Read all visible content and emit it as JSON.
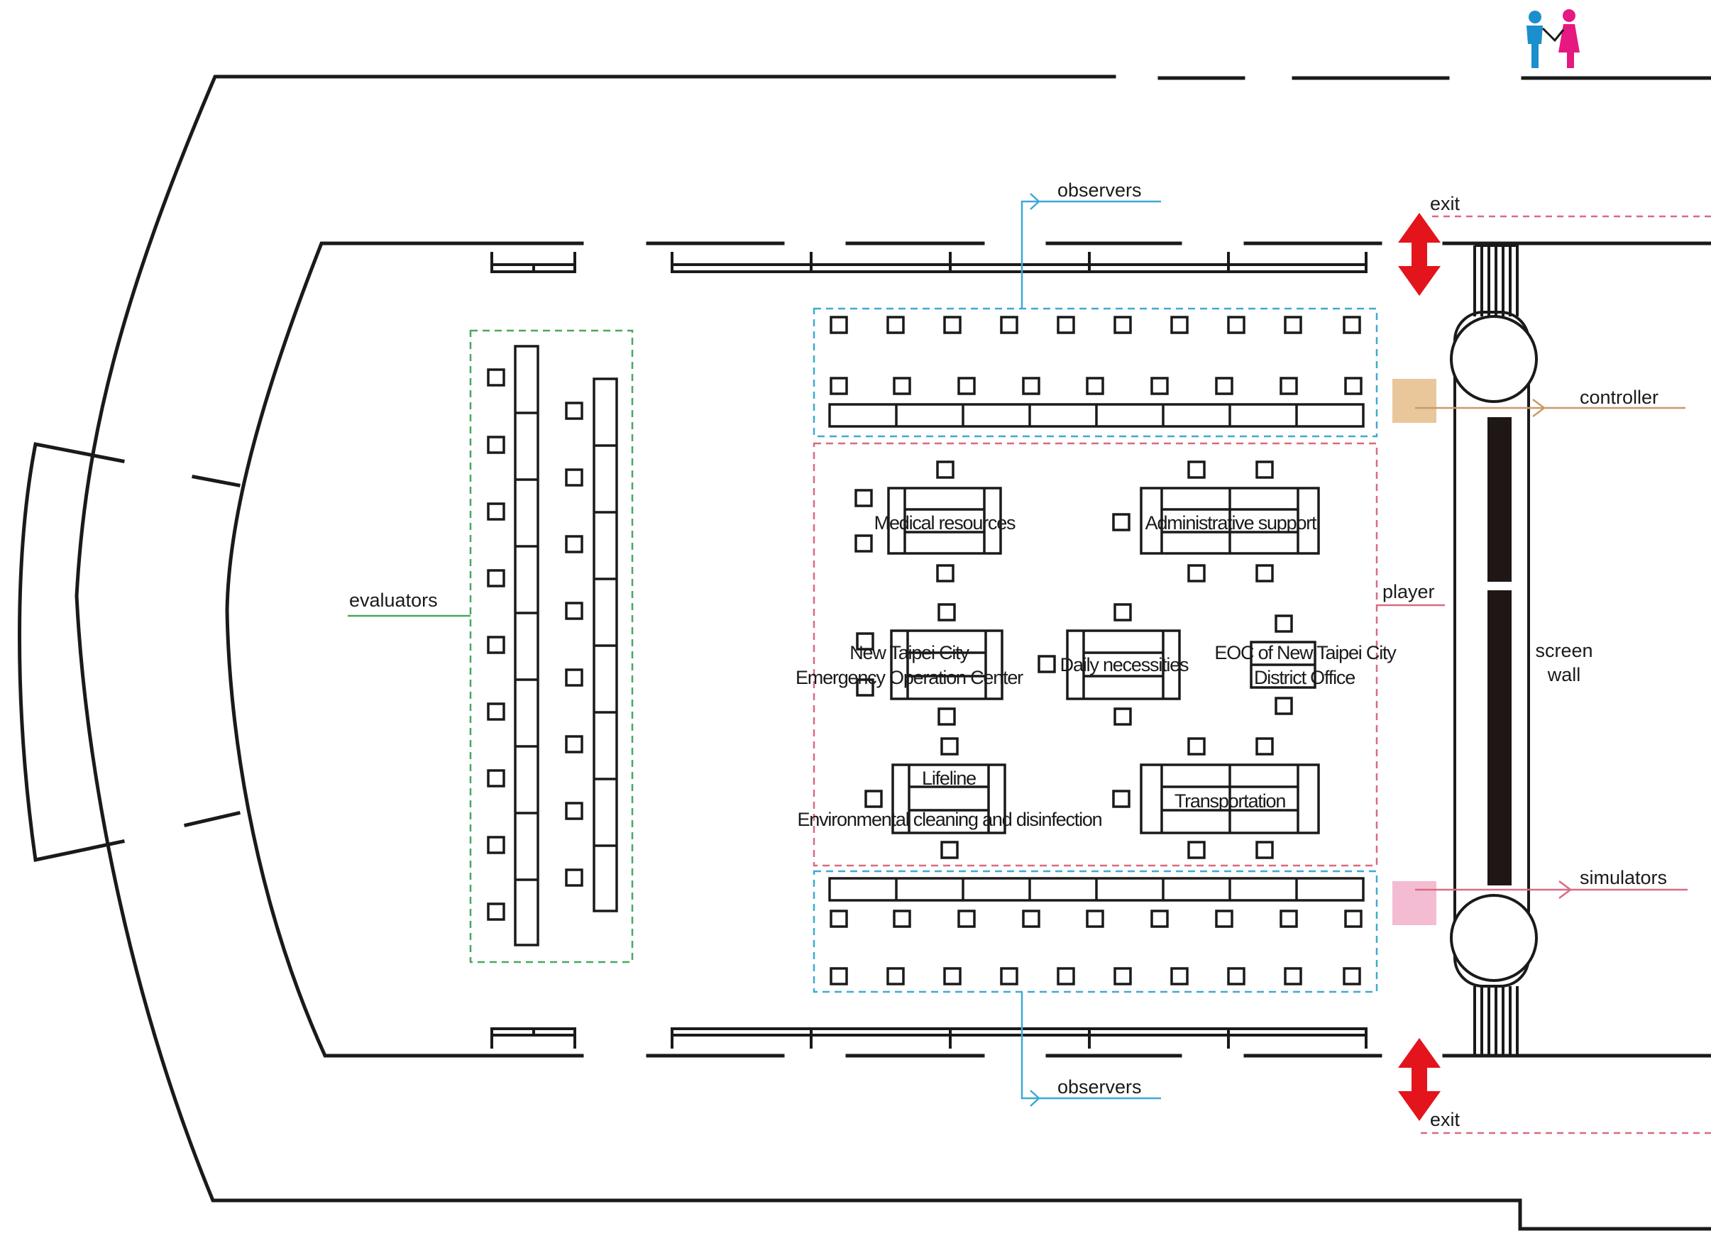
{
  "labels": {
    "observers_top": "observers",
    "observers_bottom": "observers",
    "exit_top": "exit",
    "exit_bottom": "exit",
    "controller": "controller",
    "simulators": "simulators",
    "evaluators": "evaluators",
    "player": "player",
    "screen_wall_line1": "screen",
    "screen_wall_line2": "wall"
  },
  "tables": {
    "medical": "Medical resources",
    "admin": "Administrative support",
    "eoc_ntpc_line1": "New Taipei City",
    "eoc_ntpc_line2": "Emergency Operation Center",
    "daily": "Daily necessities",
    "district_line1": "EOC of New Taipei City",
    "district_line2": "District Office",
    "lifeline": "Lifeline",
    "environmental": "Environmental cleaning and disinfection",
    "transport": "Transportation"
  },
  "icons": {
    "restroom": "restroom-icon",
    "exit_arrow": "double-arrow-icon"
  },
  "colors": {
    "observers": "#3fa9d6",
    "evaluators": "#49a85e",
    "player": "#d96a82",
    "controller": "#e9c79b",
    "simulators": "#f3bcd3",
    "exit_arrow": "#e3141c",
    "man": "#1b8fcd",
    "woman": "#e5197f"
  }
}
